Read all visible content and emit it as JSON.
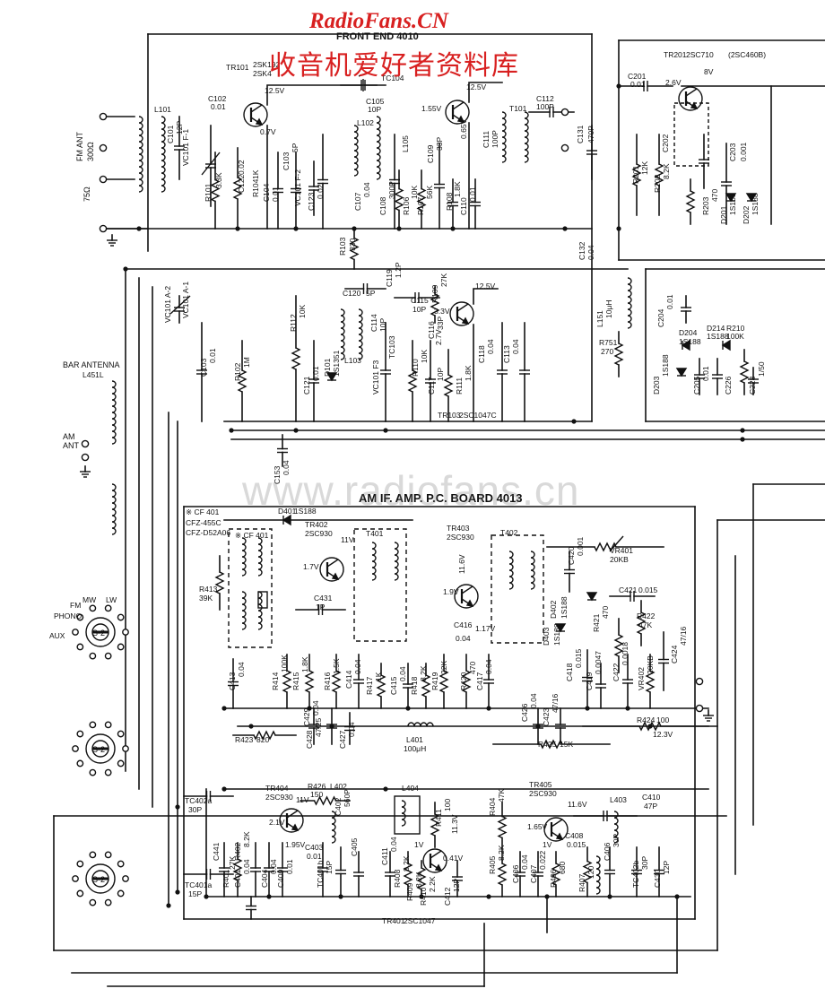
{
  "watermark": {
    "site": "RadioFans.CN",
    "chinese": "收音机爱好者资料库",
    "url": "www.radiofans.cn"
  },
  "blocks": {
    "front_end": "FRONT END 4010",
    "am_if": "AM IF. AMP. P.C. BOARD 4013"
  },
  "texts": {
    "fm_ant": "FM ANT",
    "fm_imp300": "300Ω",
    "fm_imp75": "75Ω",
    "bar_antenna": "BAR ANTENNA",
    "l451l": "L451L",
    "am_ant": "AM",
    "am_ant2": "ANT",
    "fm": "FM",
    "mw": "MW",
    "lw": "LW",
    "phono": "PHONO",
    "aux": "AUX",
    "s2a": "S-2",
    "s2b": "S-2",
    "s2c": "S-2",
    "tr101": "TR101",
    "tr101_type": "2SK192",
    "tr101_type2": "2SK4",
    "tc104": "TC104",
    "tr102_v": "12.5V",
    "tr101_v": "12.5V",
    "v07": "0.7V",
    "v155": "1.55V",
    "v065": "0.65V",
    "c102": "C102",
    "c102v": "0.01",
    "c105": "C105",
    "c105v": "10P",
    "c112": "C112",
    "c112v": "100P",
    "c111": "C111",
    "c111v": "100P",
    "t101": "T101",
    "l101": "L101",
    "l102": "L102",
    "l105": "L105",
    "c101": "C101",
    "c101v": "12P",
    "vc101f1": "VC101 F-1",
    "vc101f2": "VC101 F-2",
    "vc101a2": "VC101 A-2",
    "vc101a1": "VC101 A-1",
    "vc101f3": "VC101 F3",
    "r101": "R101",
    "r101v": "3.3K",
    "r104": "R104",
    "r104v": "1K",
    "r103": "R103",
    "r103v": "330",
    "r106": "R106",
    "r106v": "10K",
    "r107": "R107",
    "r107v": "56K",
    "r108": "R108",
    "r108v": "1.8K",
    "c103": "C103",
    "c103v": "5P",
    "c104": "C104",
    "c104v": "0.01",
    "c107": "C107",
    "c107v": "0.04",
    "c108": "C108",
    "c108v": "300P",
    "c109": "C109",
    "c109v": "33P",
    "c110": "C110",
    "c110v": "0.01",
    "c123": "C123",
    "c123v": "0.02",
    "c122": "C122",
    "c122v": "0.02",
    "tr201": "TR201",
    "tr201_type": "2SC710",
    "tr201_alt": "(2SC460B)",
    "c201": "C201",
    "c201v": "0.01",
    "v26": "2.6V",
    "v8": "8V",
    "c131": "C131",
    "c131v": "470P",
    "c132": "C132",
    "c132v": "0.04",
    "c202": "C202",
    "c203": "C203",
    "c203v": "0.001",
    "r201": "R201",
    "r201v": "12K",
    "r202": "R202",
    "r202v": "8.2K",
    "r203": "R203",
    "r203v": "470",
    "d201": "D201",
    "d201v": "1S188",
    "d202": "D202",
    "d202v": "1S188",
    "l151": "L151",
    "l151v": "10μH",
    "r751": "R751",
    "r751v": "270",
    "c204": "C204",
    "c204v": "0.01",
    "d204": "D204",
    "d204v": "1S188",
    "d214": "D214",
    "d214v": "1S188",
    "r210": "R210",
    "r210v": "100K",
    "d203": "D203",
    "d203v": "1S188",
    "c205": "C205",
    "c205v": "0.01",
    "c226": "C226",
    "c228": "C228",
    "c228v": "1/50",
    "c120": "C120",
    "c120v": "5P",
    "c119": "C119",
    "c119v": "1.2P",
    "c115": "C115",
    "c115v": "10P",
    "r109": "R109",
    "r109v": "27K",
    "tr103_v": "12.5V",
    "v33": "3.3V",
    "v27": "2.7V",
    "r112": "R112",
    "r112v": "10K",
    "l103": "L103",
    "d101": "D101",
    "d101v": "1S1351",
    "c114": "C114",
    "c114v": "10P",
    "c116": "C116",
    "c116v": "33P",
    "c118": "C118",
    "c118v": "0.04",
    "c113": "C113",
    "c113v": "0.04",
    "r110": "R110",
    "r110v": "10K",
    "r111": "R111",
    "r111v": "1.8K",
    "c117": "C117",
    "c117v": "10P",
    "c121": "C121",
    "c121v": "0.01",
    "c103b": "C103",
    "c103bv": "0.01",
    "r102": "R102",
    "r102v": "1M",
    "tc103": "TC103",
    "tr103": "TR103",
    "tr103_type": "2SC1047C",
    "c153": "C153",
    "c153v": "0.04",
    "d401": "D401",
    "d401v": "1S188",
    "cf401": "※ CF 401",
    "cf401a": "CFZ-455C",
    "cf401b": "CFZ-D52A06",
    "cf401c": "※ CF 401",
    "tr402": "TR402",
    "tr402_type": "2SC930",
    "v11": "11V",
    "v17": "1.7V",
    "t401": "T401",
    "tr403": "TR403",
    "tr403_type": "2SC930",
    "t402": "T402",
    "vr401": "VR401",
    "vr401v": "20KB",
    "v116": "11.6V",
    "v19": "1.9V",
    "v117": "1.17V",
    "r413": "R413",
    "r413v": "39K",
    "c431": "C431",
    "c431v": "1P",
    "c416": "C416",
    "c416v": "0.04",
    "c420": "C420",
    "c420v": "0.001",
    "c421": "C421",
    "c421v": "0.015",
    "d402": "D402",
    "d402v": "1S188",
    "d403": "D403",
    "d403v": "1S188",
    "r422": "R422",
    "r422v": "47K",
    "r421": "R421",
    "r421v": "470",
    "c424": "C424",
    "c424v": "47/16",
    "c413": "C413",
    "c413v": "0.04",
    "r414": "R414",
    "r414v": "100K",
    "r415": "R415",
    "r415v": "1.8K",
    "r416": "R416",
    "r416v": "1.5K",
    "c414": "C414",
    "c414v": "0.04",
    "r417": "R417",
    "r417v": "1K",
    "c415": "C415",
    "c415v": "0.04",
    "r418": "R418",
    "r418v": "8.2K",
    "r419": "R419",
    "r419v": "22K",
    "r420": "R420",
    "r420v": "470",
    "c417": "C417",
    "c417v": "0.04",
    "c418": "C418",
    "c418v": "0.015",
    "c419": "C419",
    "c419v": "0.0047",
    "c422": "C422",
    "c422v": "0.0018",
    "vr402": "VR402",
    "vr402v": "20KB",
    "c429": "C429",
    "c429v": "0.04",
    "c428": "C428",
    "c428v": "47/25",
    "c427": "C427",
    "c427v": "0.04",
    "l401": "L401",
    "l401v": "100μH",
    "c426": "C426",
    "c426v": "0.04",
    "c423": "C423",
    "c423v": "47/16",
    "r424": "R424",
    "r424v": "100",
    "r423": "R423",
    "r423v": "820",
    "r425": "R425",
    "r425v": "15K",
    "v123": "12.3V",
    "tc402a": "TC402a",
    "tc402av": "30P",
    "tc401a": "TC401a",
    "tc401av": "15P",
    "tr404": "TR404",
    "tr404_type": "2SC930",
    "v21": "2.1V",
    "v11b": "11V",
    "v195": "1.95V",
    "r426": "R426",
    "r426v": "150",
    "l402": "L402",
    "c402": "C402",
    "c402v": "560P",
    "l404": "L404",
    "r411": "R411",
    "r411v": "100",
    "v113": "11.3V",
    "v1": "1V",
    "v041": "0.41V",
    "c403": "C403",
    "c403v": "0.01",
    "tc401b": "TC401b",
    "tc401bv": "15P",
    "c405": "C405",
    "c411": "C411",
    "c411v": "0.04",
    "r408": "R408",
    "r408v": "8.2K",
    "r409": "R409",
    "r409v": "8.2K",
    "r410": "R410",
    "r410v": "2.2K",
    "c412": "C412",
    "c412v": "12P",
    "c401": "C401",
    "c401v": "0.04",
    "c441": "C441",
    "r401": "R401",
    "r401v": "27K",
    "r402": "R402",
    "r402v": "8.2K",
    "c404": "C404",
    "c404v": "0.04",
    "c409": "C409",
    "c409v": "0.01",
    "tr401": "TR401",
    "tr401_type": "2SC1047",
    "tr405": "TR405",
    "tr405_type": "2SC930",
    "v116b": "11.6V",
    "l403": "L403",
    "c410": "C410",
    "c410v": "47P",
    "v165": "1.65V",
    "v1b": "1V",
    "r404": "R404",
    "r404v": "47K",
    "c408": "C408",
    "c408v": "0.015",
    "r405": "R405",
    "r405v": "8.2K",
    "c406": "C406",
    "c406v": "0.04",
    "c407": "C407",
    "c407v": "0.022",
    "r406": "R406",
    "r406v": "680",
    "r407": "R407",
    "r407v": "120",
    "c406b": "C406",
    "c406bv": "30P",
    "tc402b": "TC402b",
    "tc402bv": "30P",
    "c430": "C430",
    "c430v": "12P"
  }
}
